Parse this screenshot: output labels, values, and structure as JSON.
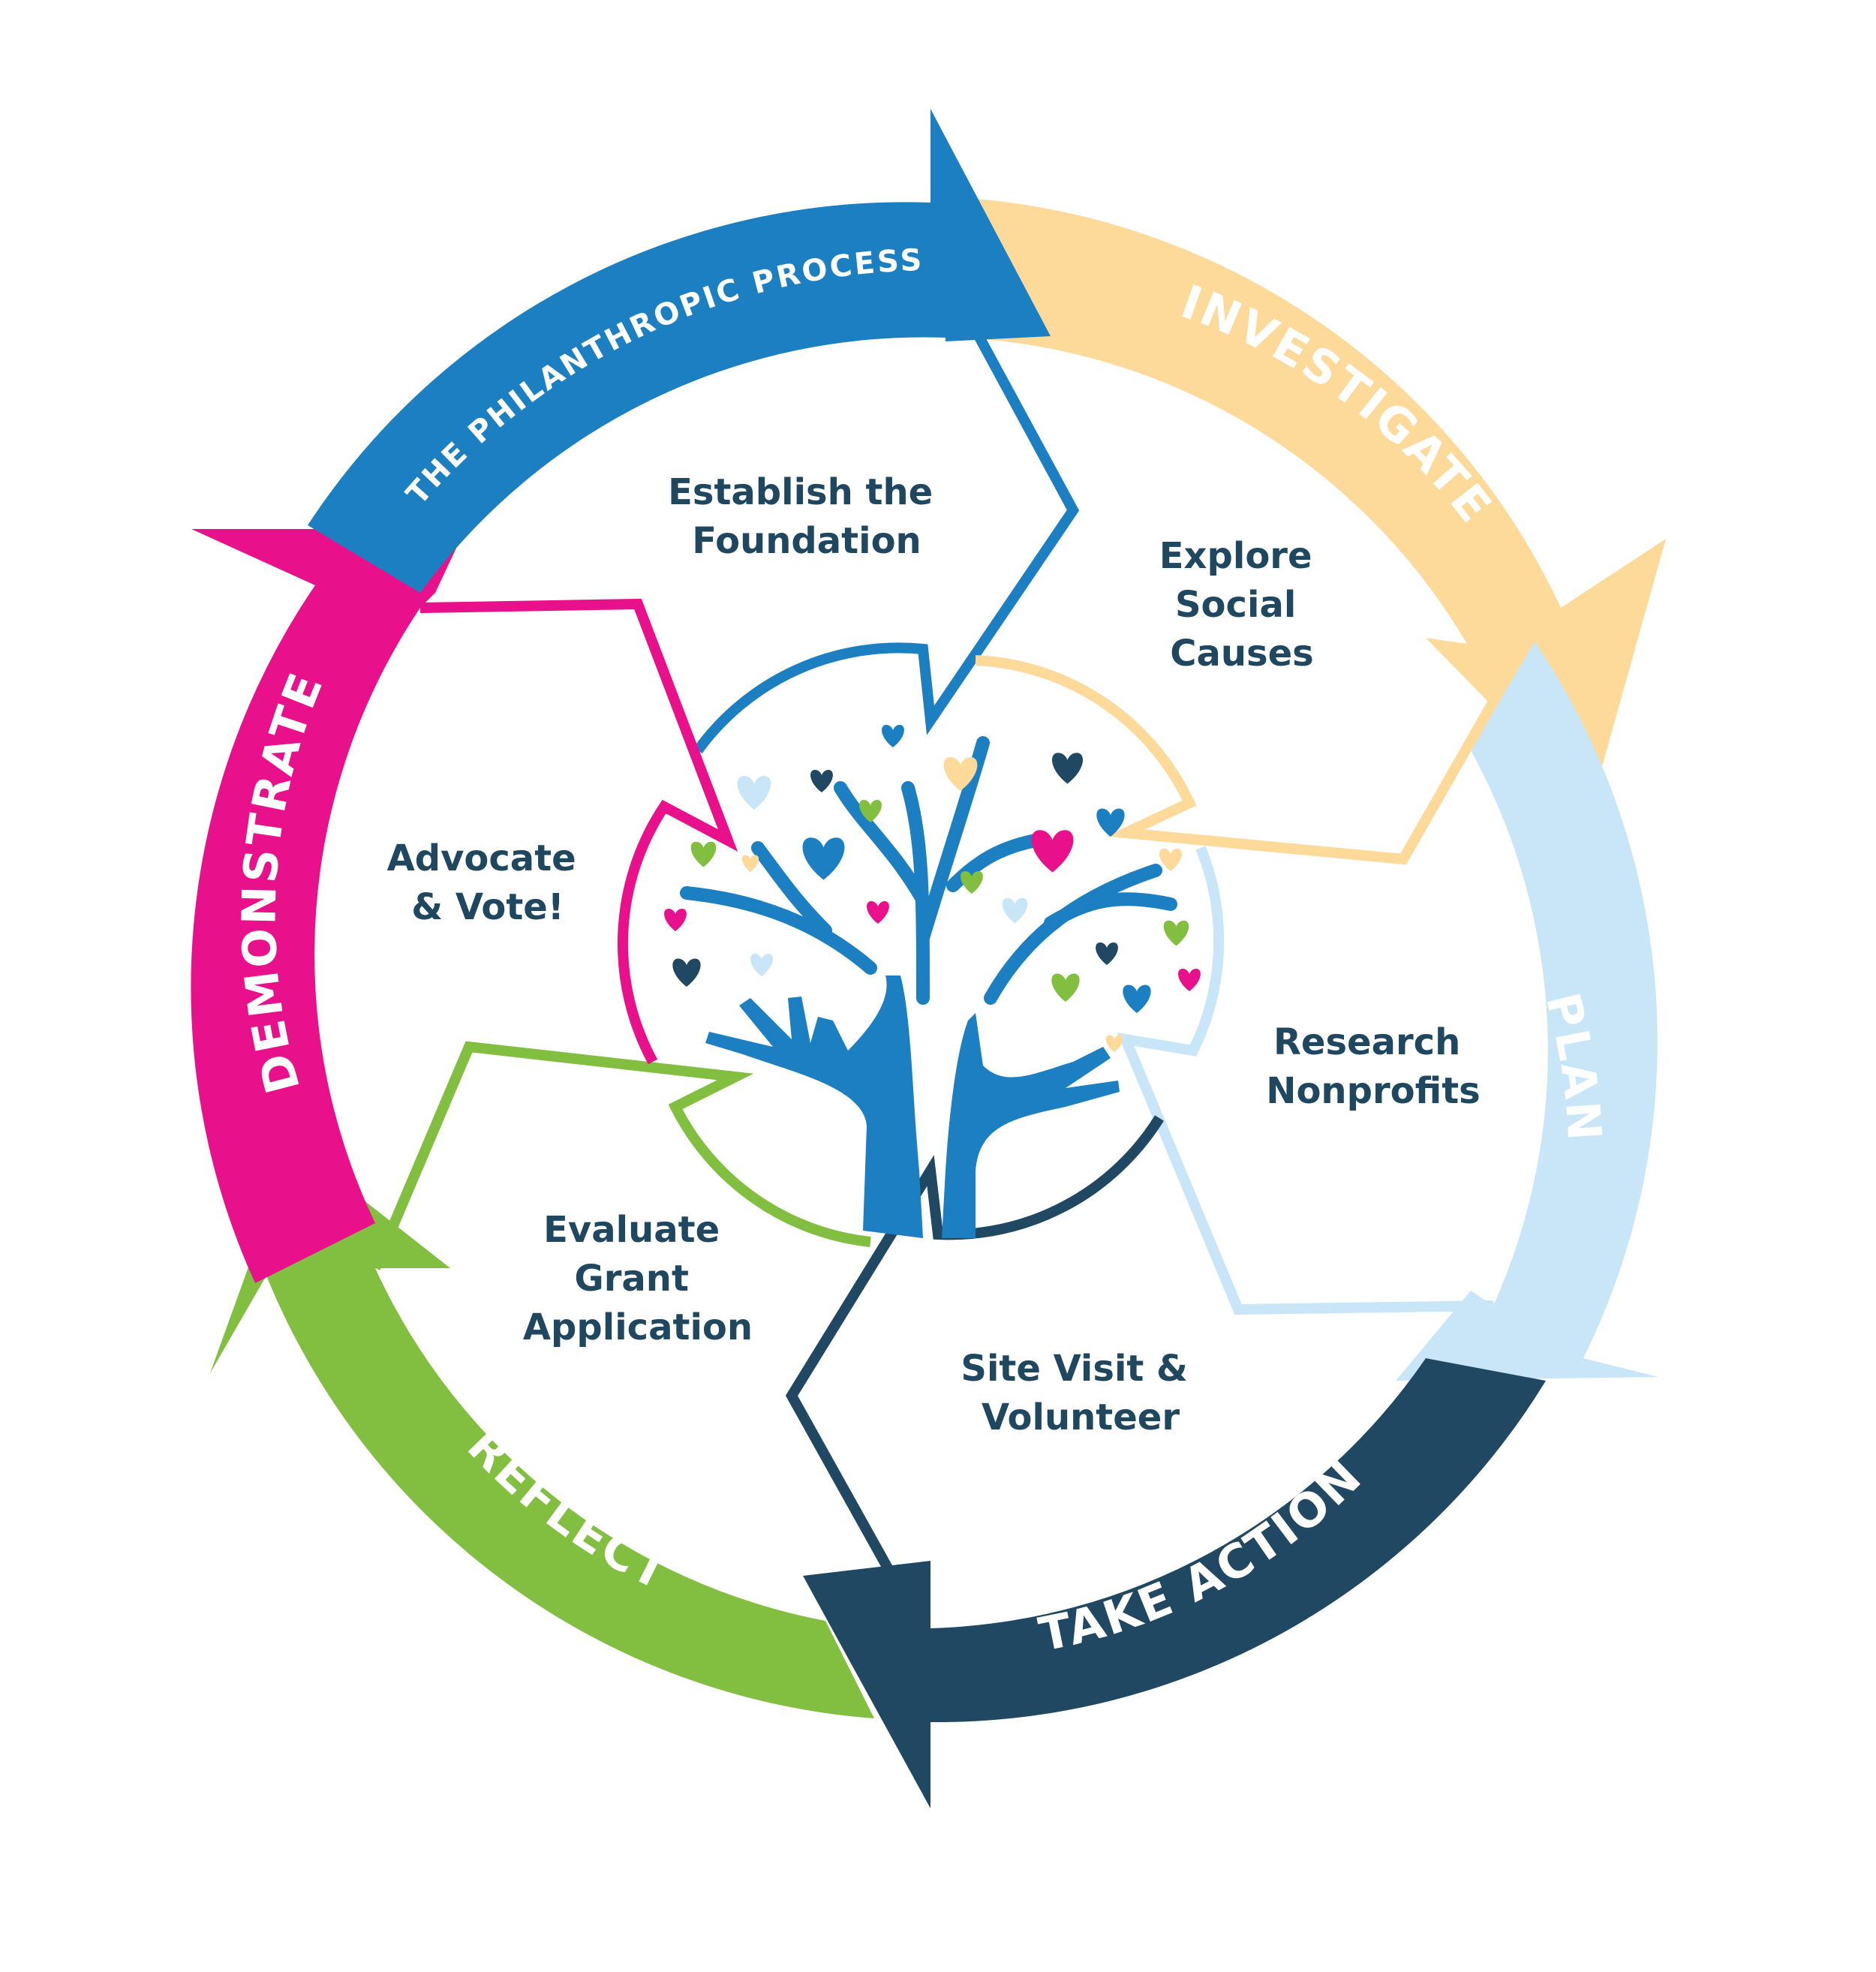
{
  "title": "THE PHILANTHROPIC PROCESS",
  "phases": [
    {
      "id": "investigate",
      "label": "INVESTIGATE",
      "color": "#fdd99a"
    },
    {
      "id": "plan",
      "label": "PLAN",
      "color": "#c8e6f8"
    },
    {
      "id": "take-action",
      "label": "TAKE ACTION",
      "color": "#214862"
    },
    {
      "id": "reflect",
      "label": "REFLECT",
      "color": "#82bf41"
    },
    {
      "id": "demonstrate",
      "label": "DEMONSTRATE",
      "color": "#e8118b"
    },
    {
      "id": "foundation",
      "label": "",
      "color": "#1b7fc2"
    }
  ],
  "steps": [
    {
      "id": "establish",
      "lines": [
        "Establish the",
        "Foundation"
      ]
    },
    {
      "id": "explore",
      "lines": [
        "Explore",
        "Social",
        "Causes"
      ]
    },
    {
      "id": "research",
      "lines": [
        "Research",
        "Nonprofits"
      ]
    },
    {
      "id": "site-visit",
      "lines": [
        "Site Visit &",
        "Volunteer"
      ]
    },
    {
      "id": "evaluate",
      "lines": [
        "Evaluate",
        "Grant",
        "Application"
      ]
    },
    {
      "id": "advocate",
      "lines": [
        "Advocate",
        "& Vote!"
      ]
    }
  ],
  "colors": {
    "blue": "#1b7fc2",
    "navy": "#214862",
    "peach": "#fdd99a",
    "light_blue": "#c8e6f8",
    "green": "#82bf41",
    "magenta": "#e8118b",
    "text": "#1f4760"
  },
  "emblem": {
    "icon": "tree-hands-hearts-icon"
  }
}
